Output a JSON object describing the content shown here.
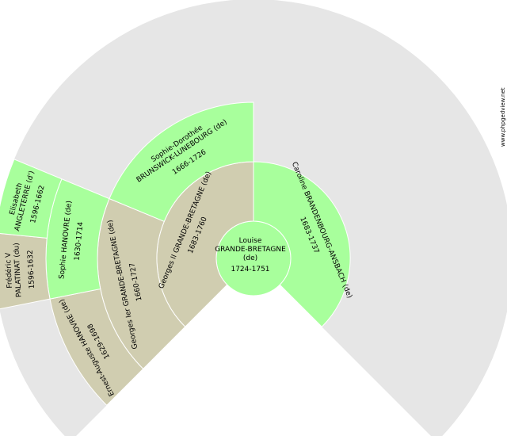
{
  "watermark": "www.phpgedview.net",
  "colors": {
    "background_fan": "#e6e6e6",
    "male": "#d0cdb0",
    "female": "#a8ff9c",
    "center": "#a8ff9c",
    "stroke": "#ffffff"
  },
  "center": {
    "given": "Louise",
    "surname": "GRANDE-BRETAGNE",
    "particle": "(de)",
    "dates": "1724-1751"
  },
  "people": [
    {
      "id": "father",
      "gen": 1,
      "slot": 0,
      "sex": "M",
      "name": "Georges II GRANDE-BRETAGNE (de)",
      "dates": "1683-1760"
    },
    {
      "id": "mother",
      "gen": 1,
      "slot": 1,
      "sex": "F",
      "name": "Caroline BRANDENBOURG-ANSBACH (de)",
      "dates": "1683-1737"
    },
    {
      "id": "ff",
      "gen": 2,
      "slot": 0,
      "sex": "M",
      "name": "Georges Ier GRANDE-BRETAGNE (de)",
      "dates": "1660-1727"
    },
    {
      "id": "fm",
      "gen": 2,
      "slot": 1,
      "sex": "F",
      "name1": "Sophie-Dorothée",
      "name": "BRUNSWICK-LUNEBOURG (de)",
      "dates": "1666-1726"
    },
    {
      "id": "fff",
      "gen": 3,
      "slot": 0,
      "sex": "M",
      "name": "Ernest-Auguste HANOVRE (de)",
      "dates": "1629-1698"
    },
    {
      "id": "ffm",
      "gen": 3,
      "slot": 1,
      "sex": "F",
      "name": "Sophie HANOVRE (de)",
      "dates": "1630-1714"
    },
    {
      "id": "ffmf",
      "gen": 4,
      "slot": 2,
      "sex": "M",
      "name1": "Frédéric V",
      "name": "PALATINAT (du)",
      "dates": "1596-1632"
    },
    {
      "id": "ffmm",
      "gen": 4,
      "slot": 3,
      "sex": "F",
      "name1": "Elisabeth",
      "name": "ANGLETERRE (d')",
      "dates": "1596-1662"
    }
  ]
}
